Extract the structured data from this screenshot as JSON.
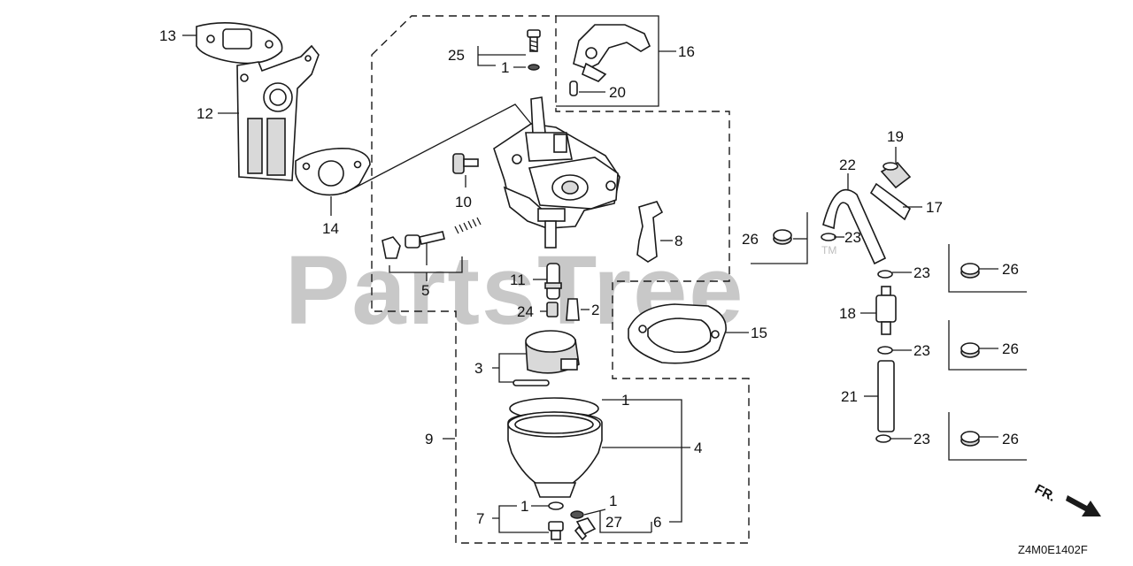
{
  "diagram": {
    "watermark": "PartsTree",
    "trademark": "TM",
    "diagram_code": "Z4M0E1402F",
    "direction_label": "FR.",
    "callouts": [
      {
        "id": "c13",
        "text": "13"
      },
      {
        "id": "c12",
        "text": "12"
      },
      {
        "id": "c14",
        "text": "14"
      },
      {
        "id": "c25",
        "text": "25"
      },
      {
        "id": "c1a",
        "text": "1"
      },
      {
        "id": "c16",
        "text": "16"
      },
      {
        "id": "c20",
        "text": "20"
      },
      {
        "id": "c10",
        "text": "10"
      },
      {
        "id": "c5",
        "text": "5"
      },
      {
        "id": "c8",
        "text": "8"
      },
      {
        "id": "c11",
        "text": "11"
      },
      {
        "id": "c24",
        "text": "24"
      },
      {
        "id": "c2",
        "text": "2"
      },
      {
        "id": "c15",
        "text": "15"
      },
      {
        "id": "c3",
        "text": "3"
      },
      {
        "id": "c9",
        "text": "9"
      },
      {
        "id": "c1b",
        "text": "1"
      },
      {
        "id": "c4",
        "text": "4"
      },
      {
        "id": "c7",
        "text": "7"
      },
      {
        "id": "c1c",
        "text": "1"
      },
      {
        "id": "c1d",
        "text": "1"
      },
      {
        "id": "c27",
        "text": "27"
      },
      {
        "id": "c6",
        "text": "6"
      },
      {
        "id": "c19",
        "text": "19"
      },
      {
        "id": "c22",
        "text": "22"
      },
      {
        "id": "c17",
        "text": "17"
      },
      {
        "id": "c26a",
        "text": "26"
      },
      {
        "id": "c23a",
        "text": "23"
      },
      {
        "id": "c23b",
        "text": "23"
      },
      {
        "id": "c26b",
        "text": "26"
      },
      {
        "id": "c18",
        "text": "18"
      },
      {
        "id": "c23c",
        "text": "23"
      },
      {
        "id": "c26c",
        "text": "26"
      },
      {
        "id": "c21",
        "text": "21"
      },
      {
        "id": "c23d",
        "text": "23"
      },
      {
        "id": "c26d",
        "text": "26"
      }
    ]
  }
}
